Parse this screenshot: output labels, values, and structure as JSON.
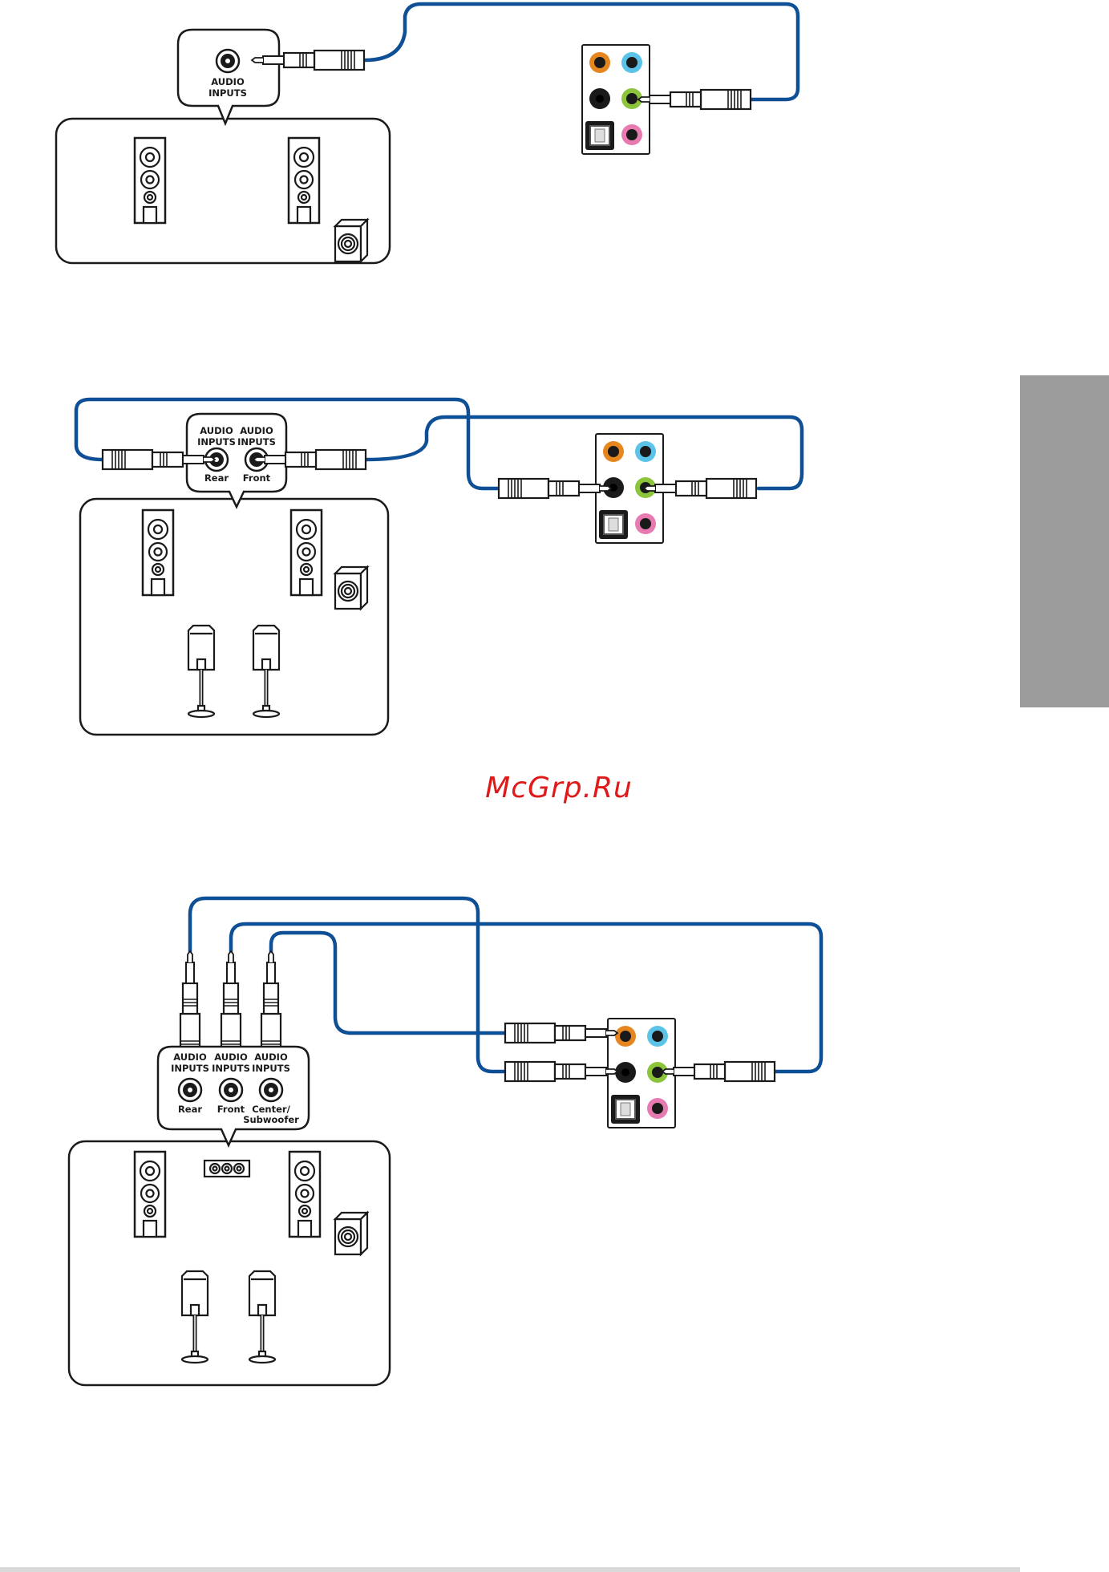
{
  "diagrams": [
    {
      "id": "two-channel",
      "inputs": [
        {
          "line1": "AUDIO",
          "line2": "INPUTS",
          "sub": "",
          "sub2": ""
        }
      ]
    },
    {
      "id": "four-channel",
      "inputs": [
        {
          "line1": "AUDIO",
          "line2": "INPUTS",
          "sub": "Rear",
          "sub2": ""
        },
        {
          "line1": "AUDIO",
          "line2": "INPUTS",
          "sub": "Front",
          "sub2": ""
        }
      ]
    },
    {
      "id": "six-channel",
      "inputs": [
        {
          "line1": "AUDIO",
          "line2": "INPUTS",
          "sub": "Rear",
          "sub2": ""
        },
        {
          "line1": "AUDIO",
          "line2": "INPUTS",
          "sub": "Front",
          "sub2": ""
        },
        {
          "line1": "AUDIO",
          "line2": "INPUTS",
          "sub": "Center/",
          "sub2": "Subwoofer"
        }
      ]
    }
  ],
  "jack_colors": {
    "orange": "#e6861f",
    "blue": "#5bc2e8",
    "black": "#1a1a1a",
    "green": "#8cc43c",
    "pink": "#e87ab2"
  },
  "cable_color": "#0e4f96",
  "side_tab_color": "#9b9b9b",
  "footer_line_color": "#d9d9d9",
  "watermark": "McGrp.Ru"
}
